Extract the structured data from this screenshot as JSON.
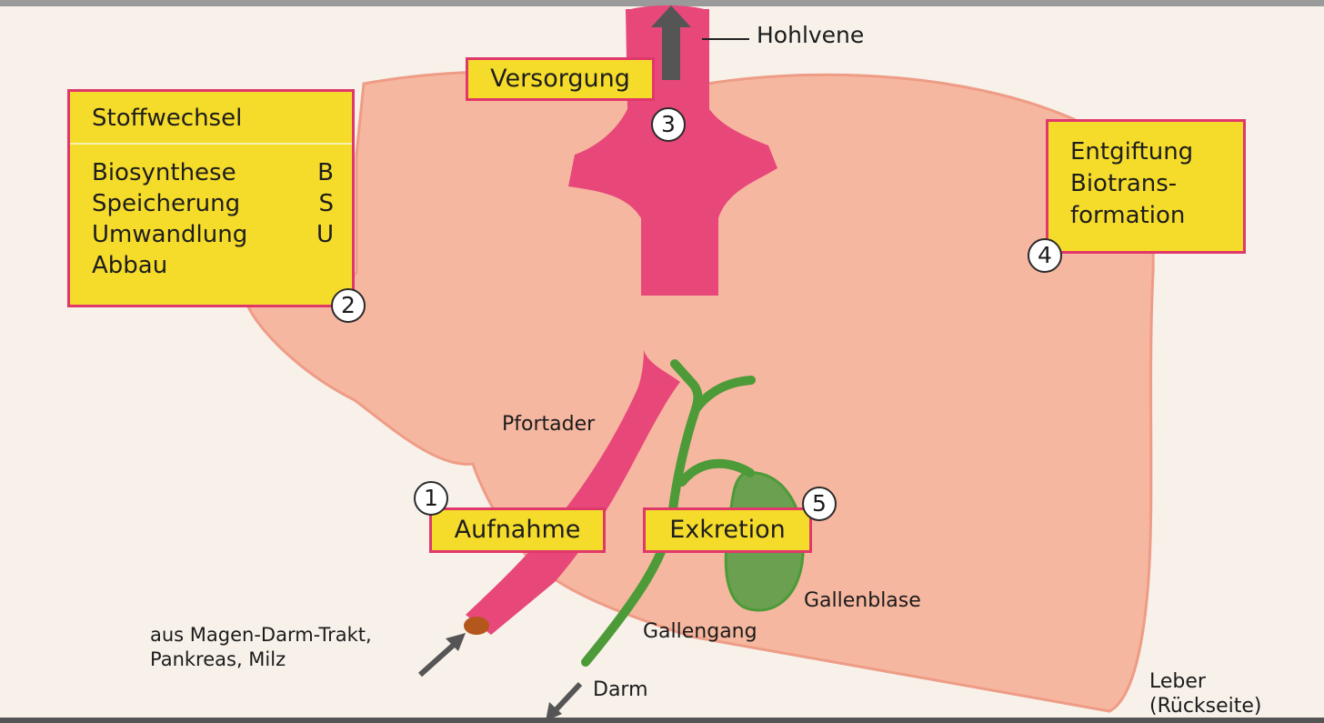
{
  "colors": {
    "liver": "#f6b7a0",
    "liver_edge": "#ee9c86",
    "vessel": "#e8477a",
    "bile": "#4d9a38",
    "gallbladder": "#6aa04f",
    "box_fill": "#f6dc2a",
    "box_border": "#e0386a"
  },
  "boxes": {
    "versorgung": "Versorgung",
    "stoffwechsel": {
      "title": "Stoffwechsel",
      "items": [
        {
          "text": "Biosynthese",
          "code": "B"
        },
        {
          "text": "Speicherung",
          "code": "S"
        },
        {
          "text": "Umwandlung",
          "code": "U"
        },
        {
          "text": "Abbau",
          "code": ""
        }
      ]
    },
    "entgiftung": [
      "Entgiftung",
      "Biotrans-",
      "formation"
    ],
    "aufnahme": "Aufnahme",
    "exkretion": "Exkretion"
  },
  "numbers": [
    "1",
    "2",
    "3",
    "4",
    "5"
  ],
  "labels": {
    "hohlvene": "Hohlvene",
    "pfortader": "Pfortader",
    "gallenblase": "Gallenblase",
    "gallengang": "Gallengang",
    "source": [
      "aus Magen-Darm-Trakt,",
      "Pankreas, Milz"
    ],
    "darm": "Darm",
    "leber": [
      "Leber",
      "(Rückseite)"
    ]
  }
}
